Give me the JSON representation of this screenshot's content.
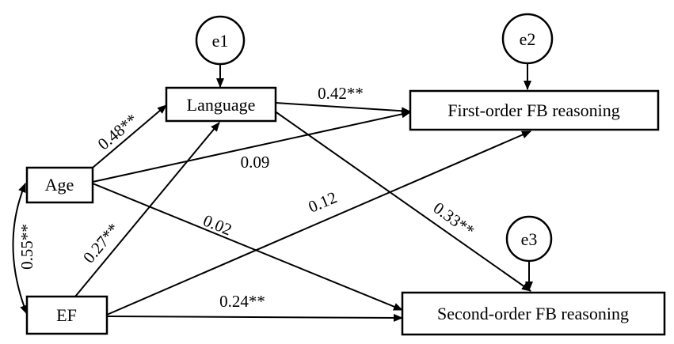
{
  "nodes": {
    "language": "Language",
    "first_order": "First-order FB reasoning",
    "second_order": "Second-order FB reasoning",
    "age": "Age",
    "ef": "EF"
  },
  "errors": {
    "e1": "e1",
    "e2": "e2",
    "e3": "e3"
  },
  "coefficients": {
    "age_language": "0.48**",
    "language_first": "0.42**",
    "age_first": "0.09",
    "ef_first": "0.12",
    "age_second": "0.02",
    "ef_language": "0.27**",
    "language_second": "0.33**",
    "age_ef_cov": "0.55**",
    "ef_second": "0.24**"
  }
}
